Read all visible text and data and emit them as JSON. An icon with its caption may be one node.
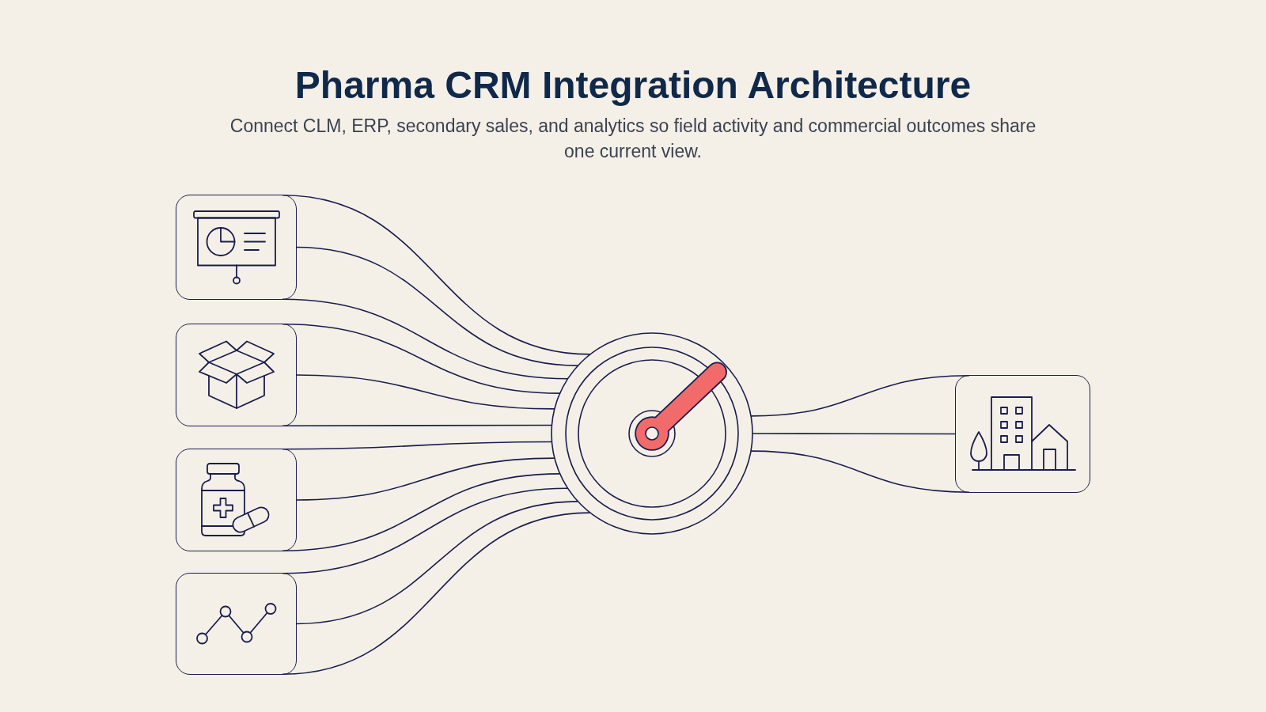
{
  "diagram": {
    "title": "Pharma CRM Integration Architecture",
    "nodes": [
      {
        "text": [],
        "shape": "box"
      },
      {
        "text": [],
        "shape": "box"
      },
      {
        "text": [],
        "shape": "box"
      },
      {
        "text": [],
        "shape": "box"
      },
      {
        "text": [],
        "shape": "circle"
      },
      {
        "text": [],
        "shape": "box"
      }
    ],
    "edges": [
      {
        "from": 0,
        "to": 4,
        "arrow": "none"
      },
      {
        "from": 0,
        "to": 4,
        "arrow": "none"
      },
      {
        "from": 0,
        "to": 4,
        "arrow": "none"
      },
      {
        "from": 1,
        "to": 4,
        "arrow": "none"
      },
      {
        "from": 1,
        "to": 4,
        "arrow": "none"
      },
      {
        "from": 1,
        "to": 4,
        "arrow": "none"
      },
      {
        "from": 2,
        "to": 4,
        "arrow": "none"
      },
      {
        "from": 2,
        "to": 4,
        "arrow": "none"
      },
      {
        "from": 2,
        "to": 4,
        "arrow": "none"
      },
      {
        "from": 3,
        "to": 4,
        "arrow": "none"
      },
      {
        "from": 3,
        "to": 4,
        "arrow": "none"
      },
      {
        "from": 3,
        "to": 4,
        "arrow": "none"
      },
      {
        "from": 4,
        "to": 5,
        "arrow": "none"
      },
      {
        "from": 4,
        "to": 5,
        "arrow": "none"
      },
      {
        "from": 4,
        "to": 5,
        "arrow": "none"
      }
    ],
    "labels": [
      "Connect CLM, ERP, secondary sales, and analytics so field activity and commercial outcomes share one current view."
    ]
  }
}
